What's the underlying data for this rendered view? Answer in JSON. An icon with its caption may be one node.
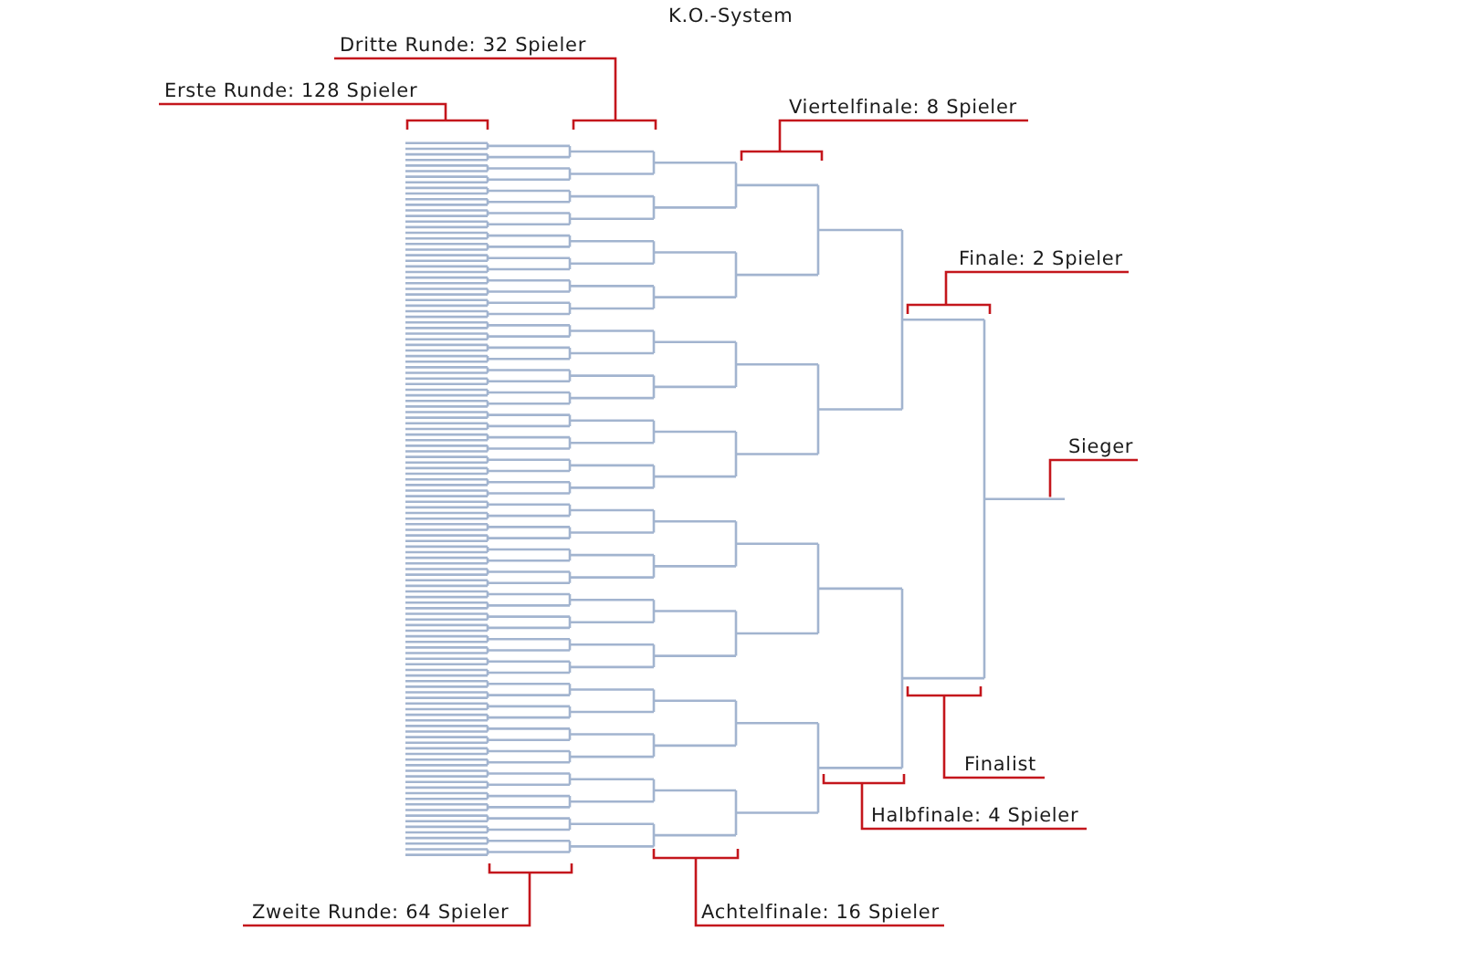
{
  "diagram": {
    "title": "K.O.-System",
    "nodes": [
      {
        "text": [
          "Dritte Runde: 32 Spieler"
        ]
      },
      {
        "text": [
          "Erste Runde: 128 Spieler"
        ]
      },
      {
        "text": [
          "Viertelfinale: 8 Spieler"
        ]
      },
      {
        "text": [
          "Finale: 2 Spieler"
        ]
      },
      {
        "text": [
          "Sieger"
        ]
      },
      {
        "text": [
          "Finalist"
        ]
      },
      {
        "text": [
          "Halbfinale: 4 Spieler"
        ]
      },
      {
        "text": [
          "Zweite Runde: 64 Spieler"
        ]
      },
      {
        "text": [
          "Achtelfinale: 16 Spieler"
        ]
      }
    ],
    "edges": [
      {
        "from": 0,
        "to": null,
        "arrow": "none"
      },
      {
        "from": 1,
        "to": null,
        "arrow": "none"
      },
      {
        "from": 2,
        "to": null,
        "arrow": "none"
      },
      {
        "from": 3,
        "to": null,
        "arrow": "none"
      },
      {
        "from": 4,
        "to": null,
        "arrow": "none"
      },
      {
        "from": 5,
        "to": null,
        "arrow": "none"
      },
      {
        "from": 6,
        "to": null,
        "arrow": "none"
      },
      {
        "from": 7,
        "to": null,
        "arrow": "none"
      },
      {
        "from": 8,
        "to": null,
        "arrow": "none"
      }
    ]
  }
}
